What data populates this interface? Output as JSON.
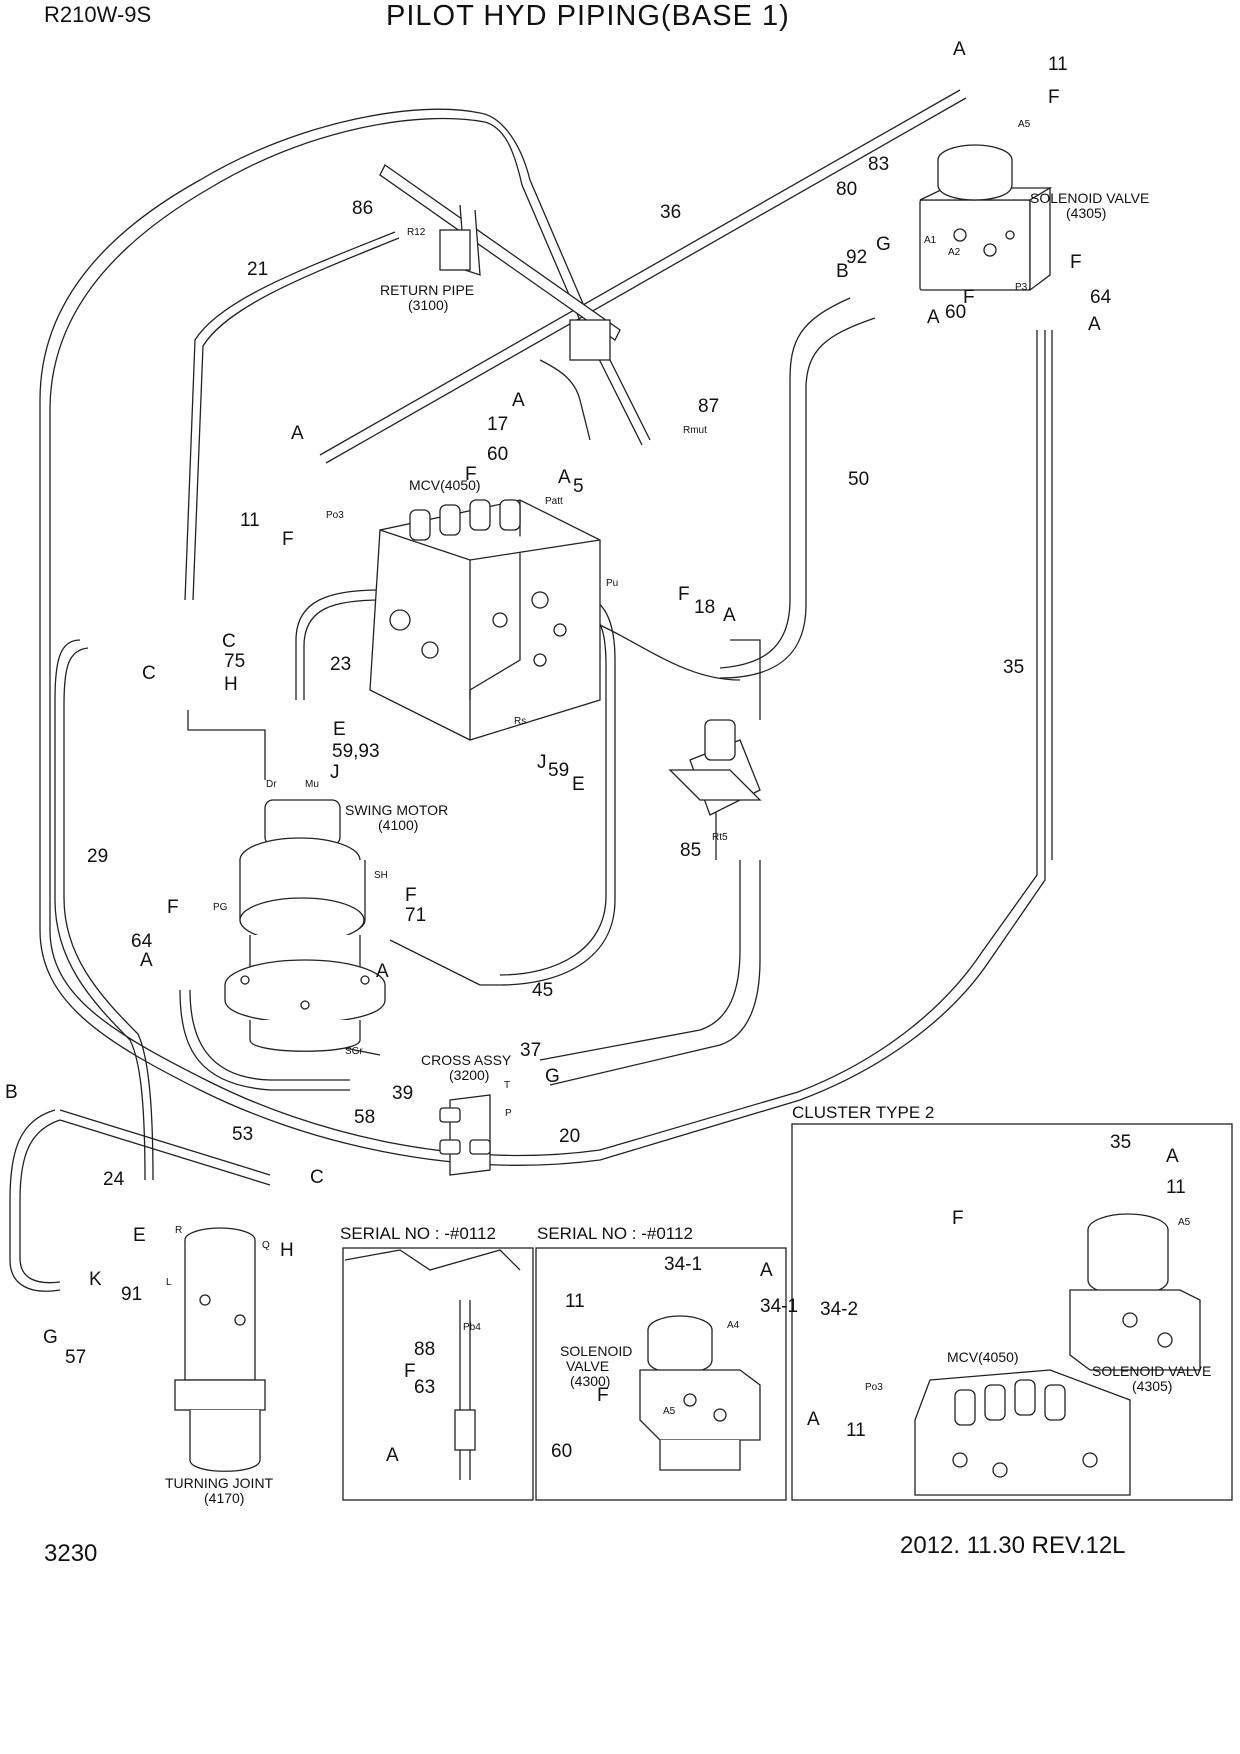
{
  "header": {
    "model": "R210W-9S",
    "title": "PILOT HYD PIPING(BASE 1)"
  },
  "footer": {
    "page_number": "3230",
    "revision": "2012. 11.30  REV.12L"
  },
  "components": {
    "solenoid_valve_main": [
      "SOLENOID VALVE",
      "(4305)"
    ],
    "return_pipe": [
      "RETURN PIPE",
      "(3100)"
    ],
    "mcv": [
      "MCV(4050)"
    ],
    "swing_motor": [
      "SWING MOTOR",
      "(4100)"
    ],
    "cross_assy": [
      "CROSS ASSY",
      "(3200)"
    ],
    "turning_joint": [
      "TURNING JOINT",
      "(4170)"
    ],
    "solenoid_valve_4300": [
      "SOLENOID",
      "VALVE",
      "(4300)"
    ],
    "cluster_mcv": [
      "MCV(4050)"
    ],
    "cluster_solenoid": [
      "SOLENOID VALVE",
      "(4305)"
    ]
  },
  "boxes": {
    "serial_left": "SERIAL NO : -#0112",
    "serial_right": "SERIAL NO : -#0112",
    "cluster": "CLUSTER TYPE 2"
  },
  "callouts": [
    {
      "t": "A"
    },
    {
      "t": "11"
    },
    {
      "t": "F"
    },
    {
      "t": "83"
    },
    {
      "t": "80"
    },
    {
      "t": "G"
    },
    {
      "t": "92"
    },
    {
      "t": "B"
    },
    {
      "t": "F"
    },
    {
      "t": "60"
    },
    {
      "t": "A"
    },
    {
      "t": "F"
    },
    {
      "t": "64"
    },
    {
      "t": "A"
    },
    {
      "t": "36"
    },
    {
      "t": "86"
    },
    {
      "t": "21"
    },
    {
      "t": "A"
    },
    {
      "t": "17"
    },
    {
      "t": "60"
    },
    {
      "t": "F"
    },
    {
      "t": "A"
    },
    {
      "t": "5"
    },
    {
      "t": "87"
    },
    {
      "t": "50"
    },
    {
      "t": "A"
    },
    {
      "t": "11"
    },
    {
      "t": "F"
    },
    {
      "t": "F"
    },
    {
      "t": "18"
    },
    {
      "t": "A"
    },
    {
      "t": "35"
    },
    {
      "t": "C"
    },
    {
      "t": "C"
    },
    {
      "t": "75"
    },
    {
      "t": "H"
    },
    {
      "t": "23"
    },
    {
      "t": "E"
    },
    {
      "t": "59,93"
    },
    {
      "t": "J"
    },
    {
      "t": "J"
    },
    {
      "t": "59"
    },
    {
      "t": "E"
    },
    {
      "t": "85"
    },
    {
      "t": "29"
    },
    {
      "t": "F"
    },
    {
      "t": "71"
    },
    {
      "t": "F"
    },
    {
      "t": "64"
    },
    {
      "t": "A"
    },
    {
      "t": "A"
    },
    {
      "t": "45"
    },
    {
      "t": "37"
    },
    {
      "t": "G"
    },
    {
      "t": "39"
    },
    {
      "t": "58"
    },
    {
      "t": "20"
    },
    {
      "t": "B"
    },
    {
      "t": "53"
    },
    {
      "t": "24"
    },
    {
      "t": "C"
    },
    {
      "t": "E"
    },
    {
      "t": "H"
    },
    {
      "t": "K"
    },
    {
      "t": "91"
    },
    {
      "t": "G"
    },
    {
      "t": "57"
    },
    {
      "t": "88"
    },
    {
      "t": "F"
    },
    {
      "t": "63"
    },
    {
      "t": "A"
    },
    {
      "t": "34-1"
    },
    {
      "t": "A"
    },
    {
      "t": "11"
    },
    {
      "t": "34-1"
    },
    {
      "t": "F"
    },
    {
      "t": "60"
    },
    {
      "t": "35"
    },
    {
      "t": "A"
    },
    {
      "t": "11"
    },
    {
      "t": "F"
    },
    {
      "t": "34-2"
    },
    {
      "t": "A"
    },
    {
      "t": "11"
    },
    {
      "t": "F"
    }
  ],
  "ports": [
    {
      "t": "A5"
    },
    {
      "t": "A1"
    },
    {
      "t": "A2"
    },
    {
      "t": "P3"
    },
    {
      "t": "R12"
    },
    {
      "t": "Rmut"
    },
    {
      "t": "Po3"
    },
    {
      "t": "Patt"
    },
    {
      "t": "Pu"
    },
    {
      "t": "Rs"
    },
    {
      "t": "Dr"
    },
    {
      "t": "Mu"
    },
    {
      "t": "SH"
    },
    {
      "t": "PG"
    },
    {
      "t": "Rt5"
    },
    {
      "t": "SGr"
    },
    {
      "t": "T"
    },
    {
      "t": "P"
    },
    {
      "t": "R"
    },
    {
      "t": "Q"
    },
    {
      "t": "L"
    },
    {
      "t": "Pb4"
    },
    {
      "t": "A4"
    },
    {
      "t": "A5"
    },
    {
      "t": "A5"
    },
    {
      "t": "Po3"
    }
  ]
}
